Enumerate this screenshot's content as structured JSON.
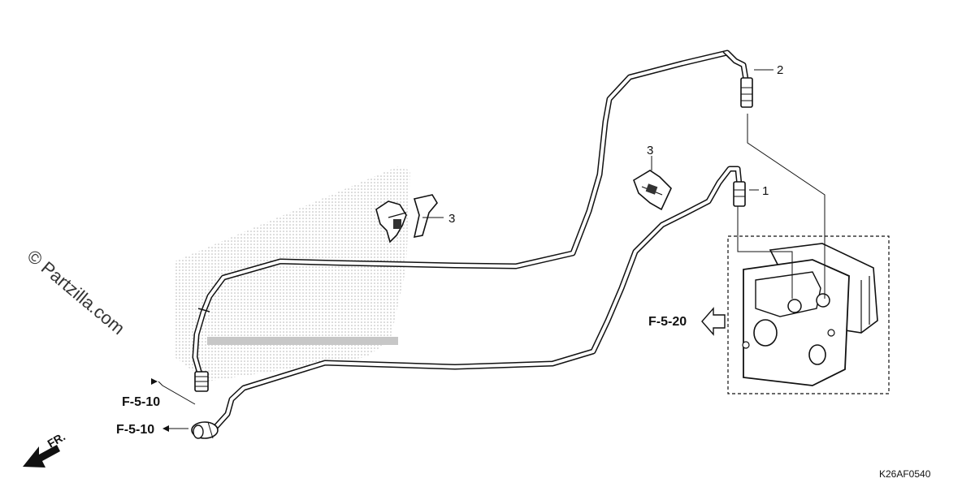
{
  "callouts": {
    "part_1": "1",
    "part_2": "2",
    "part_3_a": "3",
    "part_3_b": "3"
  },
  "refs": {
    "upper_left": "F-5-10",
    "lower_left": "F-5-10",
    "right": "F-5-20"
  },
  "direction_label": "FR.",
  "watermark": "© Partzilla.com",
  "diagram_code": "K26AF0540",
  "colors": {
    "line": "#111111",
    "dots": "#b5b5b5"
  }
}
